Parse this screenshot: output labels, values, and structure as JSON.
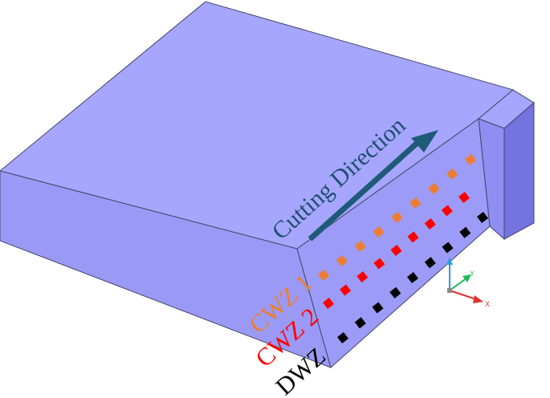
{
  "diagram": {
    "direction_label": "Cutting Direction",
    "zones": [
      {
        "label": "CWZ 1",
        "color": "#ED7D31",
        "count": 9
      },
      {
        "label": "CWZ 2",
        "color": "#FF0000",
        "count": 9
      },
      {
        "label": "DWZ",
        "color": "#000000",
        "count": 9
      }
    ],
    "axes": {
      "x_label": "X",
      "y_label": "Y"
    },
    "colors": {
      "block_top": "#A6A6FF",
      "block_side": "#8B8BF0",
      "cut_face": "#9C9CF8",
      "arrow": "#1F5A78",
      "edge": "#44446A"
    }
  }
}
